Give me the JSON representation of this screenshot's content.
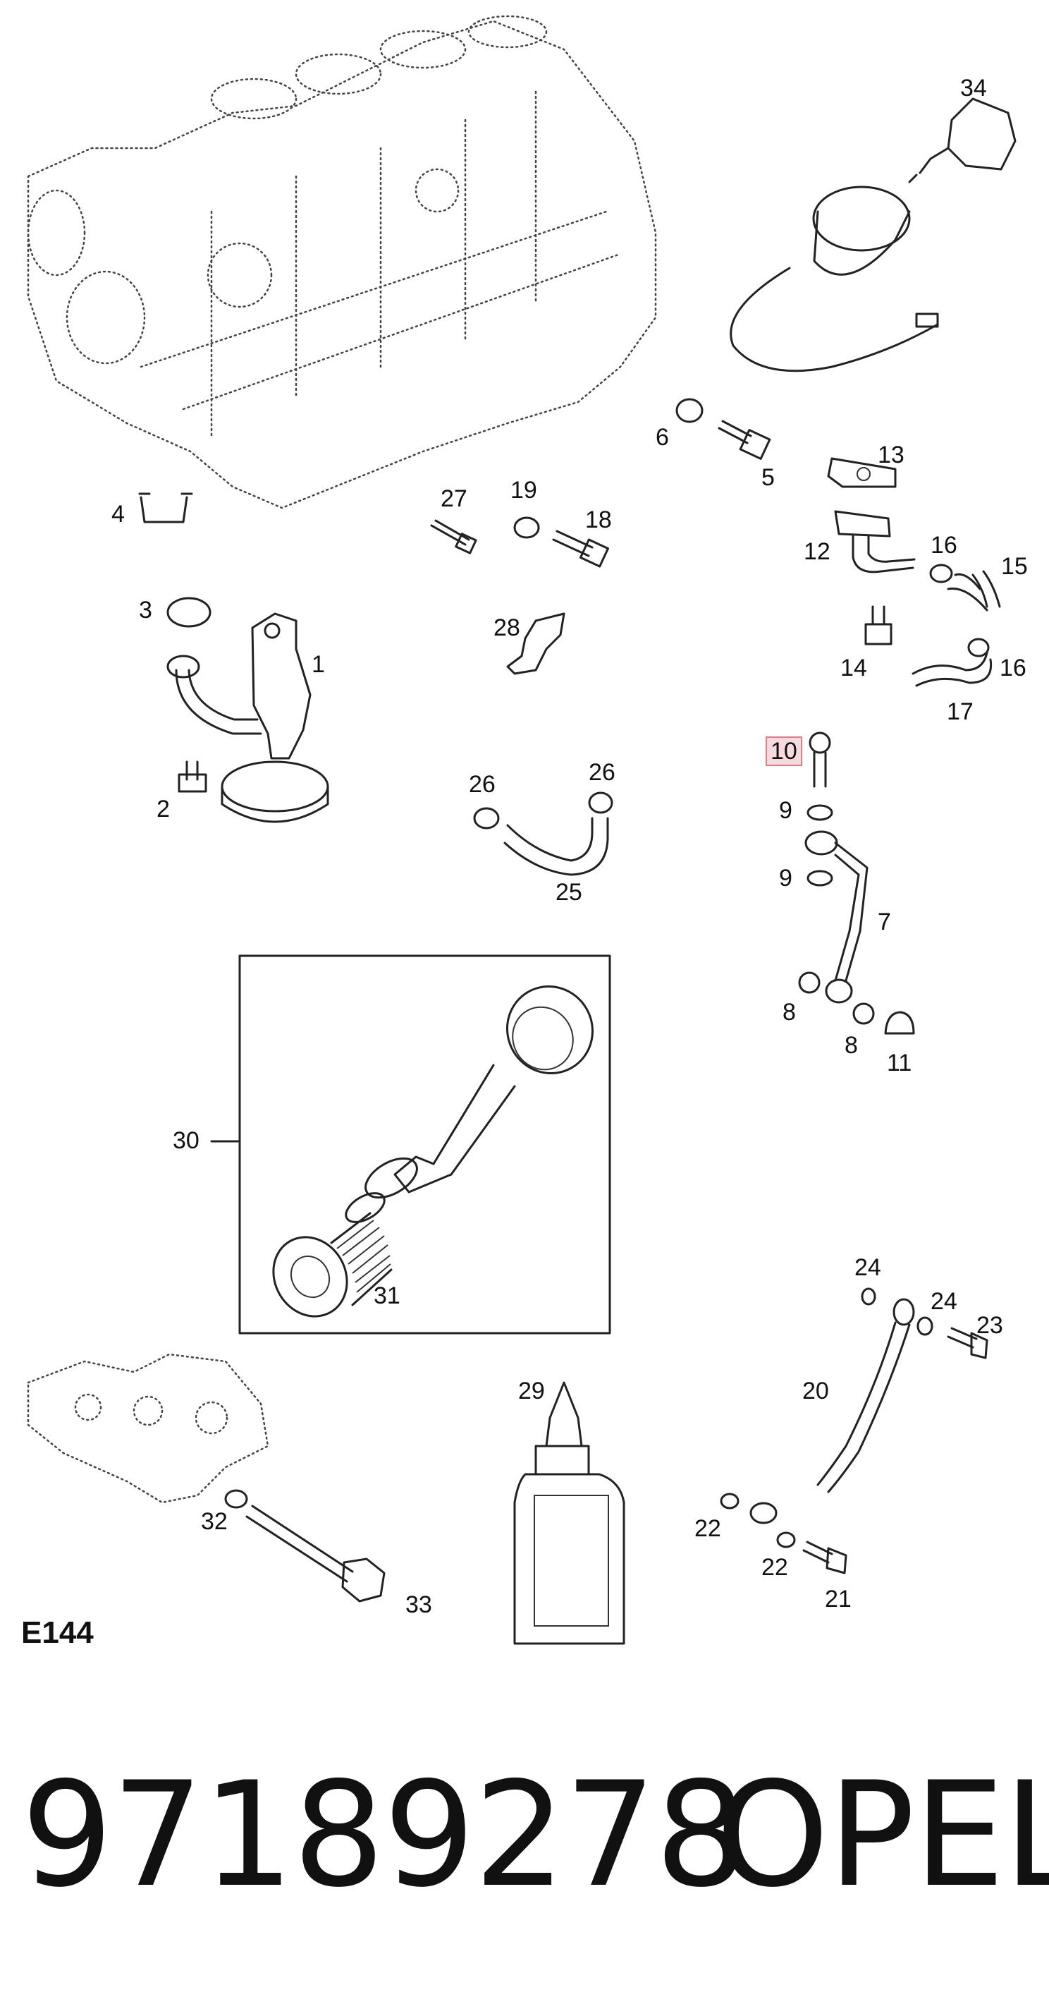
{
  "diagram_code": "E144",
  "part_number": "97189278",
  "brand": "OPEL",
  "bottle_label": "",
  "highlighted_callout": "10",
  "callouts": [
    {
      "id": "34",
      "label": "34",
      "name": "callout-34"
    },
    {
      "id": "4",
      "label": "4",
      "name": "callout-4"
    },
    {
      "id": "27",
      "label": "27",
      "name": "callout-27"
    },
    {
      "id": "19",
      "label": "19",
      "name": "callout-19"
    },
    {
      "id": "18",
      "label": "18",
      "name": "callout-18"
    },
    {
      "id": "6",
      "label": "6",
      "name": "callout-6"
    },
    {
      "id": "5",
      "label": "5",
      "name": "callout-5"
    },
    {
      "id": "13",
      "label": "13",
      "name": "callout-13"
    },
    {
      "id": "12",
      "label": "12",
      "name": "callout-12"
    },
    {
      "id": "16a",
      "label": "16",
      "name": "callout-16-upper"
    },
    {
      "id": "15",
      "label": "15",
      "name": "callout-15"
    },
    {
      "id": "3",
      "label": "3",
      "name": "callout-3"
    },
    {
      "id": "1",
      "label": "1",
      "name": "callout-1"
    },
    {
      "id": "28",
      "label": "28",
      "name": "callout-28"
    },
    {
      "id": "14",
      "label": "14",
      "name": "callout-14"
    },
    {
      "id": "16b",
      "label": "16",
      "name": "callout-16-lower"
    },
    {
      "id": "17",
      "label": "17",
      "name": "callout-17"
    },
    {
      "id": "10",
      "label": "10",
      "name": "callout-10"
    },
    {
      "id": "2",
      "label": "2",
      "name": "callout-2"
    },
    {
      "id": "26a",
      "label": "26",
      "name": "callout-26-left"
    },
    {
      "id": "26b",
      "label": "26",
      "name": "callout-26-right"
    },
    {
      "id": "9a",
      "label": "9",
      "name": "callout-9-upper"
    },
    {
      "id": "9b",
      "label": "9",
      "name": "callout-9-lower"
    },
    {
      "id": "25",
      "label": "25",
      "name": "callout-25"
    },
    {
      "id": "7",
      "label": "7",
      "name": "callout-7"
    },
    {
      "id": "8a",
      "label": "8",
      "name": "callout-8-left"
    },
    {
      "id": "8b",
      "label": "8",
      "name": "callout-8-right"
    },
    {
      "id": "11",
      "label": "11",
      "name": "callout-11"
    },
    {
      "id": "30",
      "label": "30",
      "name": "callout-30"
    },
    {
      "id": "31",
      "label": "31",
      "name": "callout-31"
    },
    {
      "id": "24a",
      "label": "24",
      "name": "callout-24-left"
    },
    {
      "id": "24b",
      "label": "24",
      "name": "callout-24-right"
    },
    {
      "id": "23",
      "label": "23",
      "name": "callout-23"
    },
    {
      "id": "29",
      "label": "29",
      "name": "callout-29"
    },
    {
      "id": "20",
      "label": "20",
      "name": "callout-20"
    },
    {
      "id": "32",
      "label": "32",
      "name": "callout-32"
    },
    {
      "id": "22a",
      "label": "22",
      "name": "callout-22-upper"
    },
    {
      "id": "22b",
      "label": "22",
      "name": "callout-22-lower"
    },
    {
      "id": "21",
      "label": "21",
      "name": "callout-21"
    },
    {
      "id": "33",
      "label": "33",
      "name": "callout-33"
    }
  ]
}
